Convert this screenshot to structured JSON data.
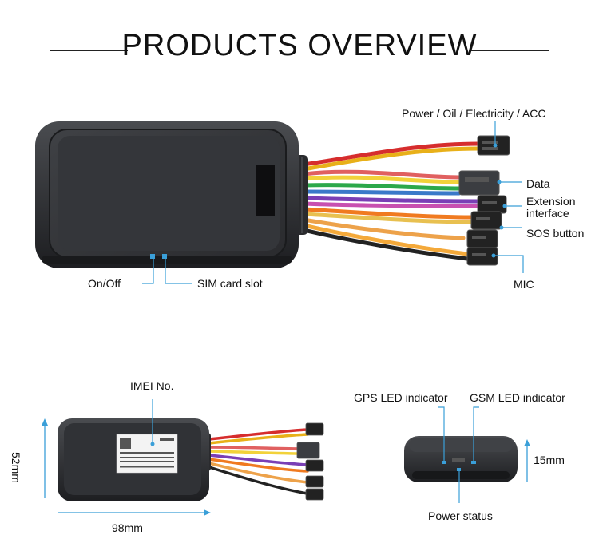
{
  "title": "PRODUCTS OVERVIEW",
  "top_labels": {
    "power": "Power / Oil / Electricity / ACC",
    "data": "Data",
    "extension_1": "Extension",
    "extension_2": "interface",
    "sos": "SOS button",
    "mic": "MIC",
    "onoff": "On/Off",
    "sim": "SIM card slot"
  },
  "bottom_left": {
    "imei": "IMEI No.",
    "height": "52mm",
    "width": "98mm"
  },
  "bottom_right": {
    "gps": "GPS LED indicator",
    "gsm": "GSM LED indicator",
    "depth": "15mm",
    "power_status": "Power status"
  },
  "colors": {
    "accent": "#3a9fd8",
    "device": "#2b2d30"
  }
}
